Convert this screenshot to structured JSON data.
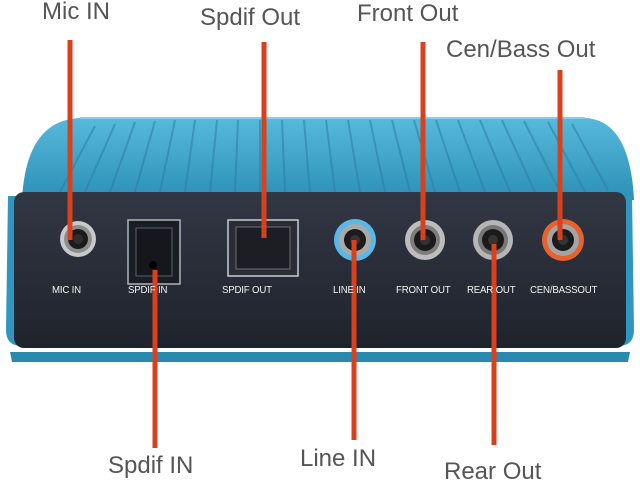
{
  "callouts": {
    "mic_in": "Mic IN",
    "spdif_out": "Spdif Out",
    "front_out": "Front Out",
    "cen_bass_out": "Cen/Bass Out",
    "spdif_in": "Spdif IN",
    "line_in": "Line IN",
    "rear_out": "Rear Out"
  },
  "panel_labels": {
    "mic_in": "MIC IN",
    "spdif_in": "SPDIF IN",
    "spdif_out": "SPDIF OUT",
    "line_in": "LINE IN",
    "front_out": "FRONT OUT",
    "rear_out": "REAR OUT",
    "cen_bass_out": "CEN/BASSOUT"
  },
  "colors": {
    "callout_line": "#d9411e",
    "casing": "#3aa3c8",
    "panel": "#272b36",
    "line_in_ring": "#55b7e8",
    "cen_bass_ring": "#e8622f"
  }
}
